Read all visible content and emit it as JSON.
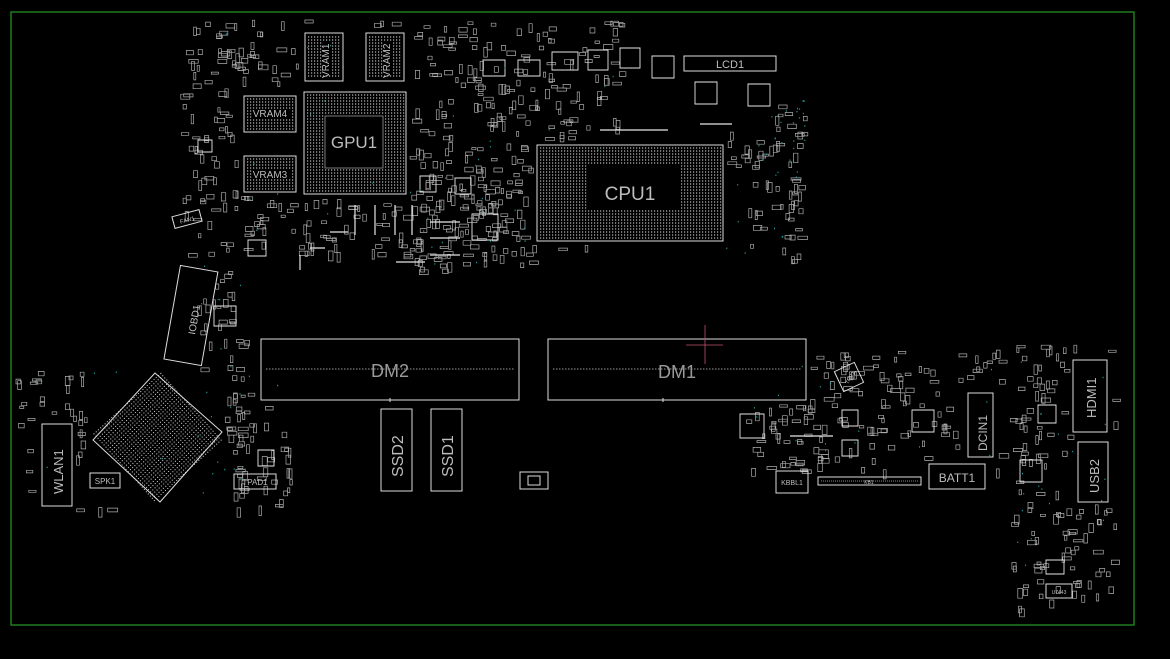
{
  "board": {
    "outline_color": "#1f7a1f",
    "trace_color": "#e6e6e6",
    "label_color": "#bdbdbd",
    "accent_color": "#1fa3a3",
    "cursor_color": "#c0506a"
  },
  "components": {
    "cpu": "CPU1",
    "gpu": "GPU1",
    "vram1": "VRAM1",
    "vram2": "VRAM2",
    "vram3": "VRAM3",
    "vram4": "VRAM4",
    "lcd": "LCD1",
    "dm1": "DM1",
    "dm2": "DM2",
    "ssd1": "SSD1",
    "ssd2": "SSD2",
    "wlan": "WLAN1",
    "iobd": "IOBD1",
    "fan": "FAN1",
    "spk": "SPK1",
    "tpad": "TPAD1",
    "kbbl": "KBBL1",
    "kb": "KB1",
    "batt": "BATT1",
    "dcin": "DCIN1",
    "hdmi": "HDMI1",
    "usb2": "USB2",
    "thm": "THM1",
    "u7": "U7443"
  }
}
